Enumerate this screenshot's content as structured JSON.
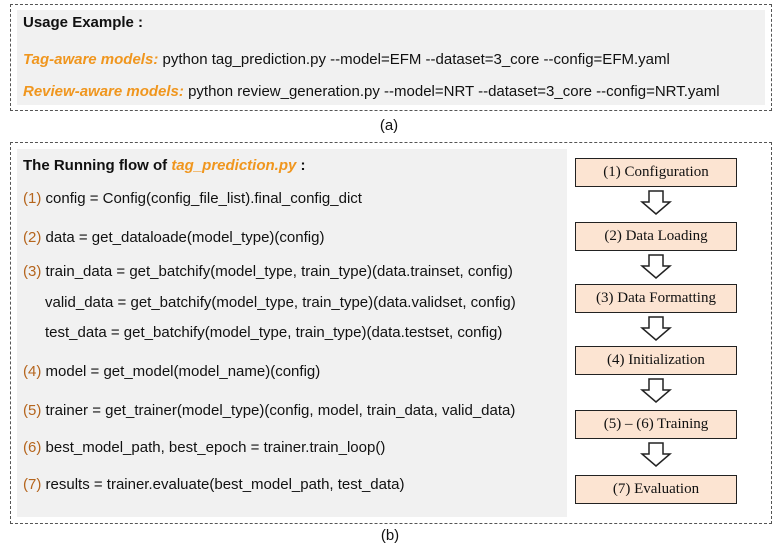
{
  "panel_a": {
    "title": "Usage Example :",
    "lines": [
      {
        "label": "Tag-aware models:",
        "command": " python tag_prediction.py --model=EFM --dataset=3_core --config=EFM.yaml"
      },
      {
        "label": "Review-aware models:",
        "command": " python review_generation.py --model=NRT --dataset=3_core --config=NRT.yaml"
      }
    ],
    "caption": "(a)"
  },
  "panel_b": {
    "title_prefix": "The Running flow of ",
    "title_file": "tag_prediction.py",
    "title_suffix": " :",
    "code": [
      {
        "num": "(1)",
        "text": " config =  Config(config_file_list).final_config_dict"
      },
      {
        "num": "(2)",
        "text": " data = get_dataloade(model_type)(config)"
      },
      {
        "num": "(3)",
        "text": " train_data = get_batchify(model_type, train_type)(data.trainset, config)"
      },
      {
        "num": "",
        "text": "valid_data = get_batchify(model_type, train_type)(data.validset, config)"
      },
      {
        "num": "",
        "text": "test_data = get_batchify(model_type, train_type)(data.testset, config)"
      },
      {
        "num": "(4)",
        "text": " model = get_model(model_name)(config)"
      },
      {
        "num": "(5)",
        "text": " trainer = get_trainer(model_type)(config, model, train_data, valid_data)"
      },
      {
        "num": "(6)",
        "text": " best_model_path, best_epoch = trainer.train_loop()"
      },
      {
        "num": "(7)",
        "text": " results = trainer.evaluate(best_model_path, test_data)"
      }
    ],
    "flow_steps": [
      "(1) Configuration",
      "(2) Data Loading",
      "(3) Data Formatting",
      "(4) Initialization",
      "(5) – (6) Training",
      "(7) Evaluation"
    ],
    "caption": "(b)"
  }
}
